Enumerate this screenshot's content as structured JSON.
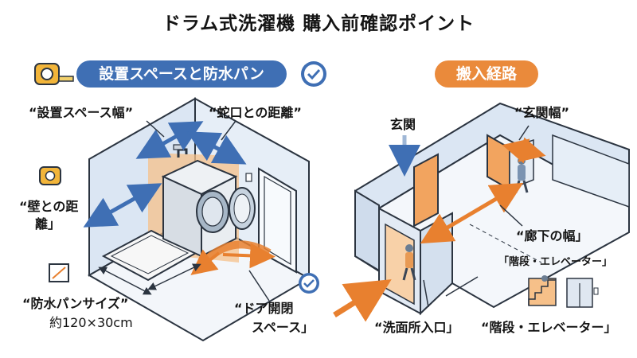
{
  "title": "ドラム式洗濯機 購入前確認ポイント",
  "left_section": {
    "header": "設置スペースと防水パン",
    "labels": {
      "space_width": "“設置スペース幅”",
      "faucet_distance": "“蛇口との距離”",
      "wall_distance_line1": "“壁との距",
      "wall_distance_line2": "離」",
      "pan_size": "“防水パンサイズ”",
      "pan_size_value": "約120×30cm",
      "door_space_line1": "“ドア開閉",
      "door_space_line2": "スペース」"
    }
  },
  "right_section": {
    "header": "搬入経路",
    "labels": {
      "entrance": "玄関",
      "entrance_width": "“玄関幅”",
      "hallway_width": "“廊下の幅」",
      "stairs_small": "「階段・エレベーター」",
      "washroom_entrance": "“洗面所入口」",
      "stairs": "“階段・エレベーター」"
    }
  },
  "colors": {
    "blue": "#3f6fb4",
    "orange": "#ea8a3b",
    "wall": "#dde8f4",
    "floor": "#f4f7fb",
    "outline": "#2b3440"
  }
}
